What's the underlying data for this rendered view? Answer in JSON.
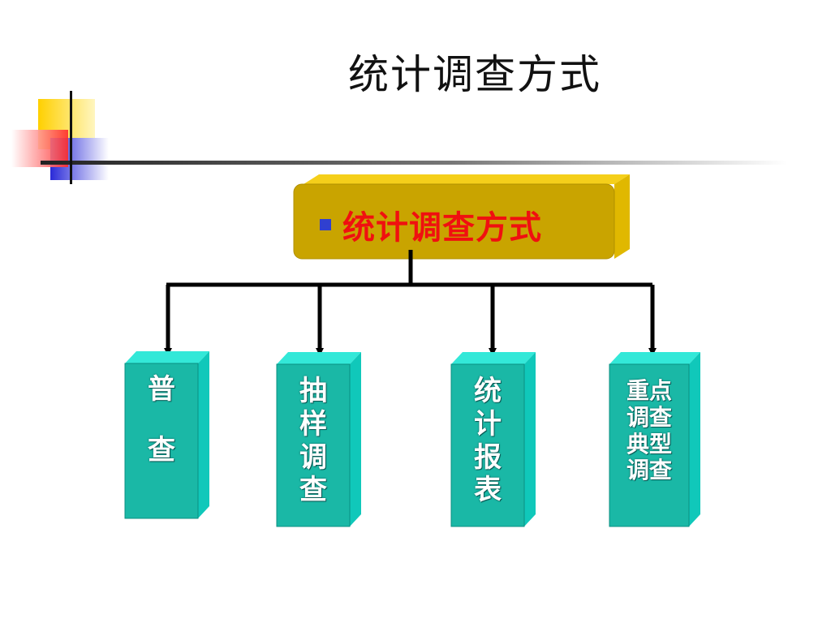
{
  "slide": {
    "title": "统计调查方式"
  },
  "diagram": {
    "root": {
      "label": "统计调查方式",
      "bullet_color": "#3040d0",
      "text_color": "#f01010",
      "fill": "#c9a400",
      "top_face": "#f5cf1a"
    },
    "children": [
      {
        "lines": [
          "普",
          "",
          "查"
        ]
      },
      {
        "lines": [
          "抽",
          "样",
          "调",
          "查"
        ]
      },
      {
        "lines": [
          "统",
          "计",
          "报",
          "表"
        ]
      },
      {
        "lines": [
          "重点",
          "调查",
          "典型",
          "调查"
        ]
      }
    ],
    "box_colors": {
      "front": "#1ab8a6",
      "top": "#33e8d8",
      "side": "#10c8ba"
    }
  }
}
